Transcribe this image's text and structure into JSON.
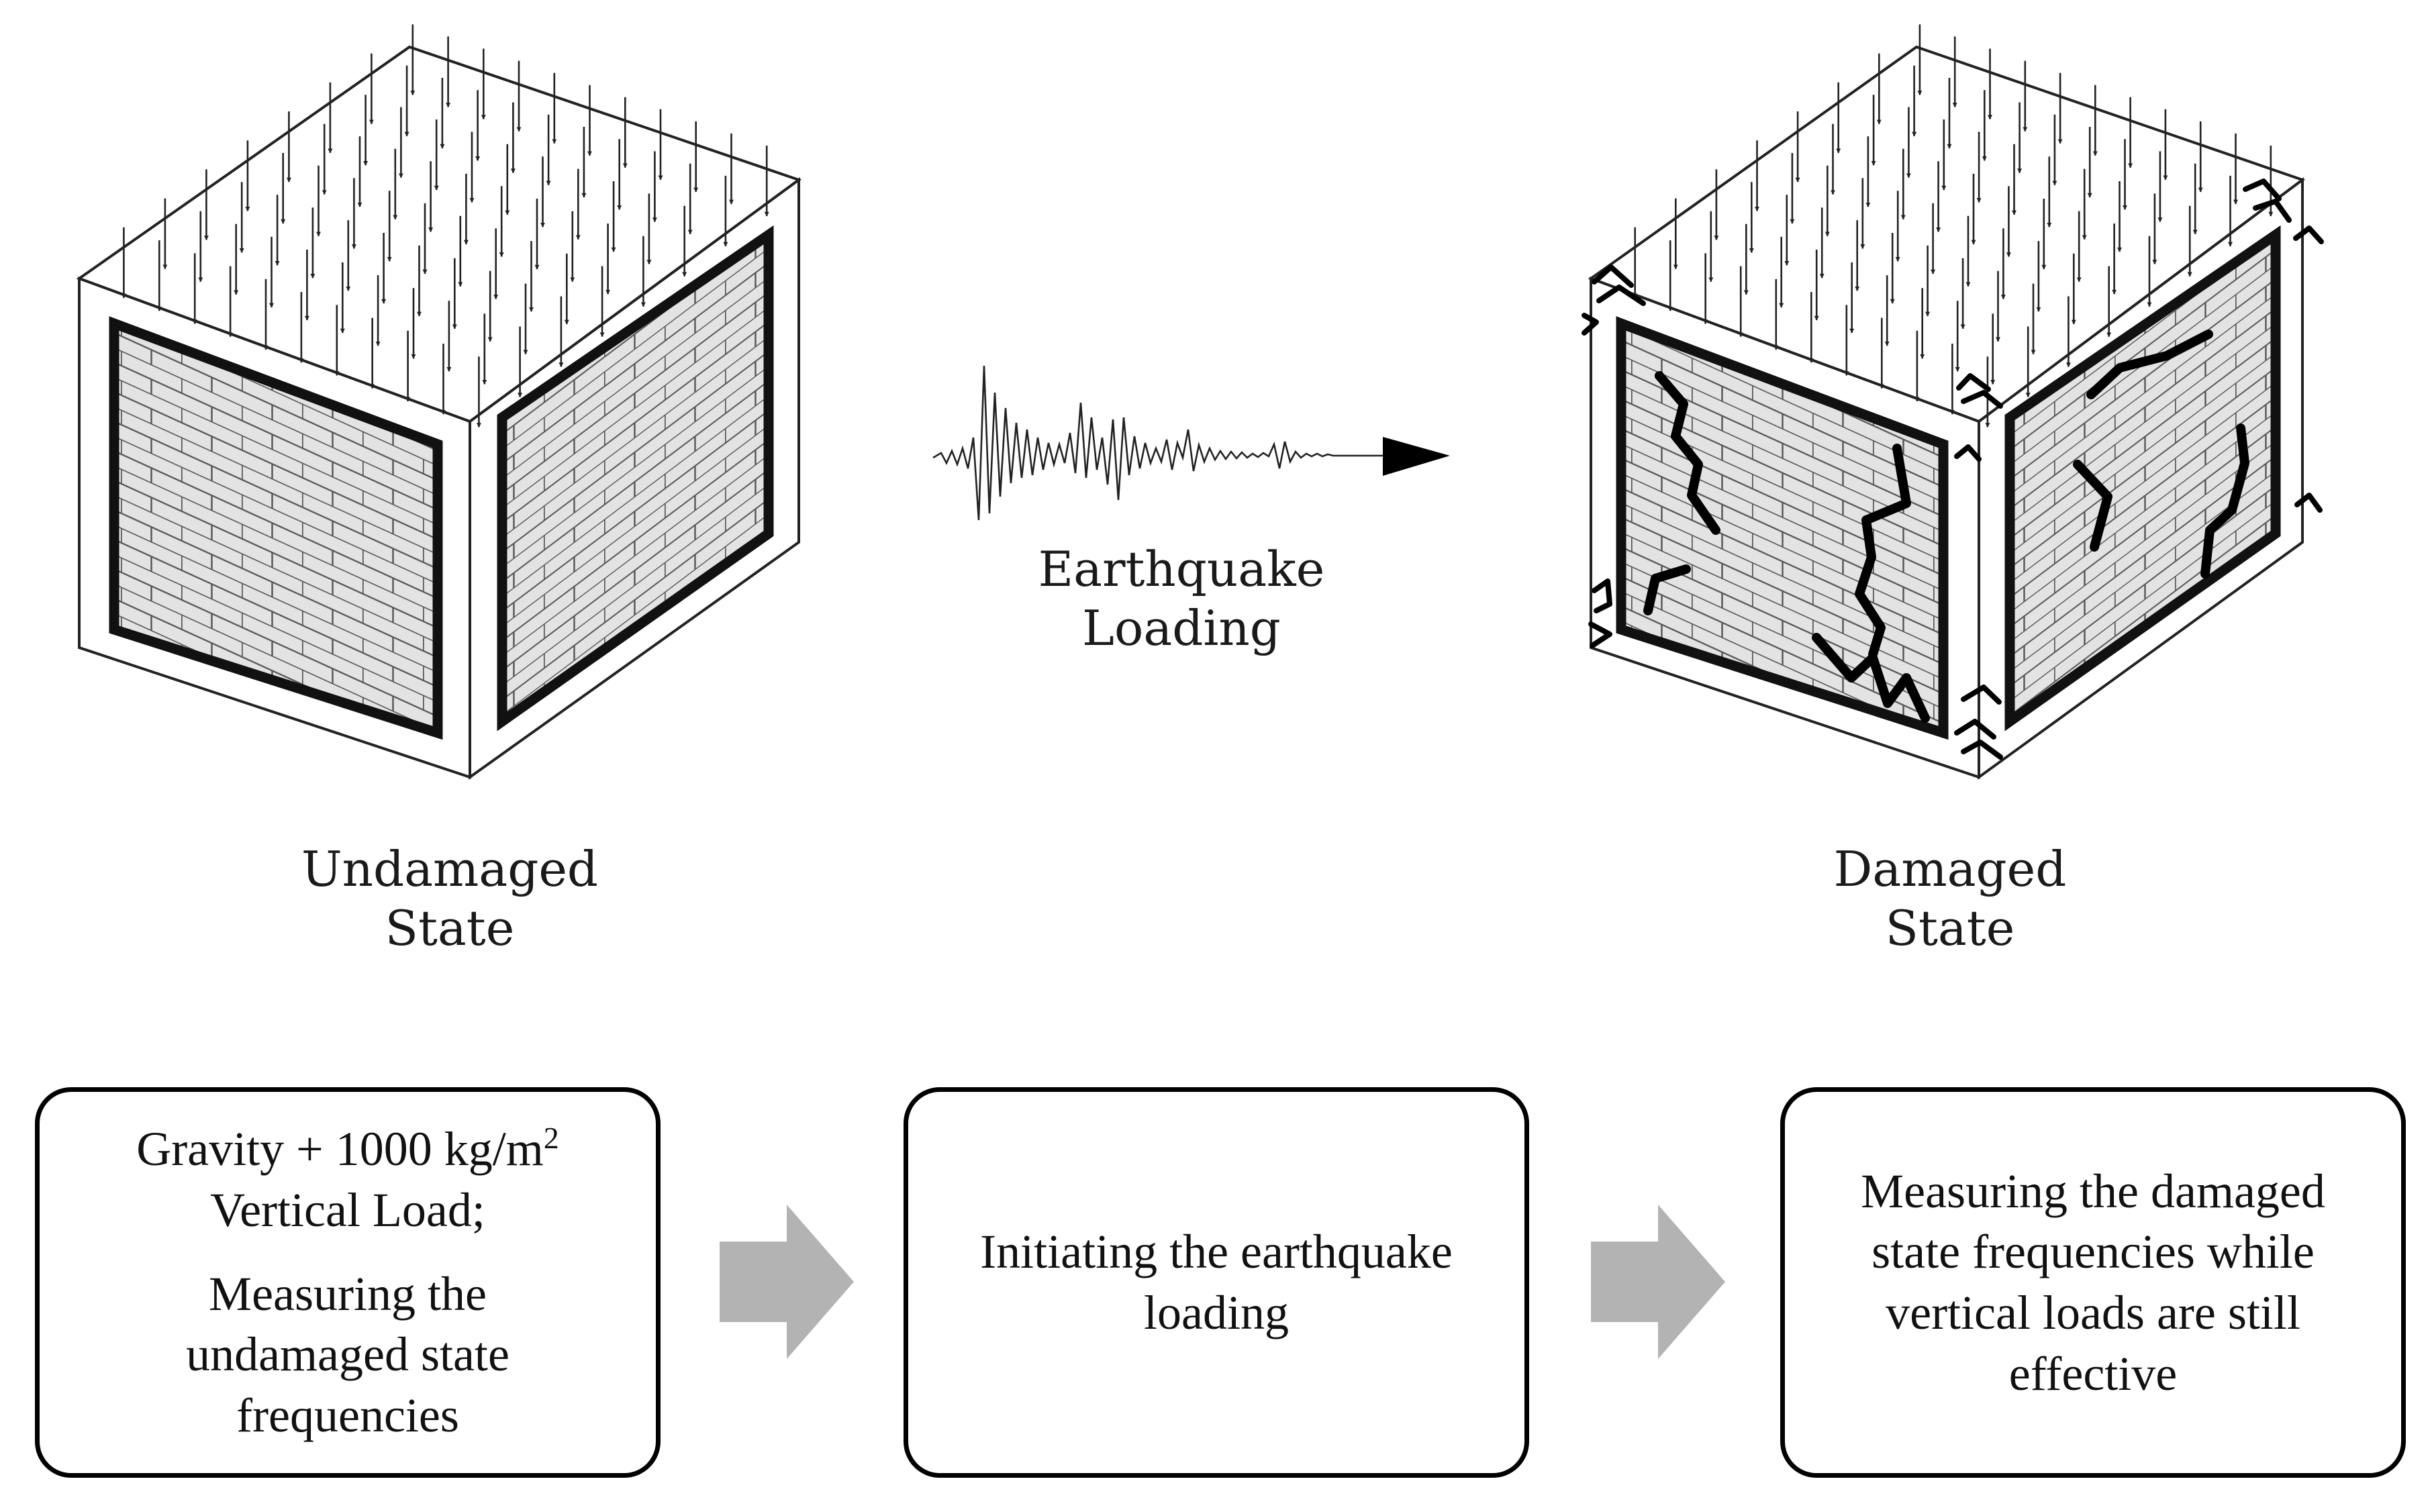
{
  "labels": {
    "undamaged": [
      "Undamaged",
      "State"
    ],
    "earthquake": [
      "Earthquake",
      "Loading"
    ],
    "damaged": [
      "Damaged",
      "State"
    ]
  },
  "steps": [
    {
      "first_lines": [
        "Gravity + 1000 kg/m",
        "Vertical Load;"
      ],
      "superscript": "2",
      "second_lines": [
        "Measuring the",
        "undamaged state",
        "frequencies"
      ]
    },
    {
      "lines": [
        "Initiating the earthquake",
        "loading"
      ]
    },
    {
      "lines": [
        "Measuring the damaged",
        "state frequencies while",
        "vertical loads are still",
        "effective"
      ]
    }
  ],
  "colors": {
    "brick_fill": "#e3e3e3",
    "frame": "#111111",
    "flow_arrow": "#b3b3b3",
    "crack": "#000000"
  }
}
